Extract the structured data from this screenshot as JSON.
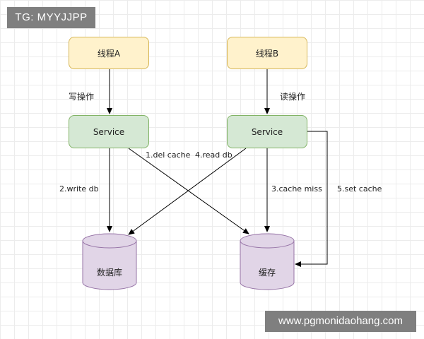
{
  "watermarks": {
    "top_left": "TG: MYYJJPP",
    "bottom_right": "www.pgmonidaohang.com"
  },
  "nodes": {
    "thread_a": "线程A",
    "thread_b": "线程B",
    "service_a": "Service",
    "service_b": "Service",
    "database": "数据库",
    "cache": "缓存"
  },
  "edges": {
    "write_op": "写操作",
    "read_op": "读操作",
    "del_cache": "1.del cache",
    "write_db": "2.write db",
    "cache_miss": "3.cache miss",
    "read_db": "4.read db",
    "set_cache": "5.set cache"
  },
  "colors": {
    "thread_fill": "#fff2cc",
    "thread_border": "#d6b656",
    "service_fill": "#d5e8d4",
    "service_border": "#82b366",
    "storage_fill": "#e1d5e7",
    "storage_border": "#9673a6",
    "edge": "#000000",
    "watermark_bg": "#7f7f7f"
  }
}
